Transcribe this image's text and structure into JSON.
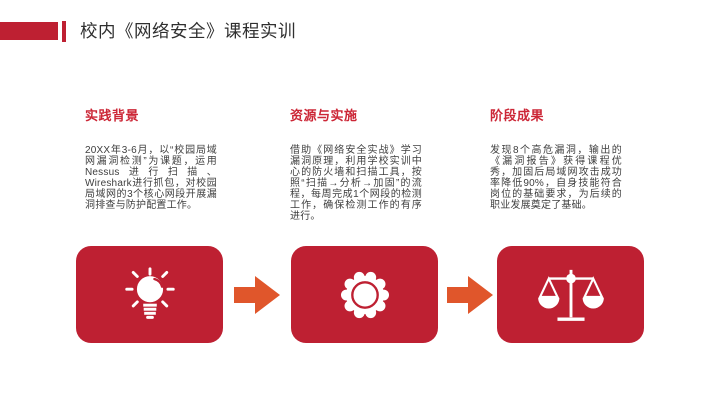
{
  "slide": {
    "title": "校内《网络安全》课程实训",
    "background": "#FFFFFF"
  },
  "colors": {
    "accent_red": "#BE2032",
    "heading_red": "#CC2636",
    "card_red": "#BE2032",
    "arrow_orange": "#E0562B",
    "title_text": "#2F2F2F",
    "body_text": "#3E3E3E",
    "icon_white": "#FFFFFF"
  },
  "columns": [
    {
      "heading": "实践背景",
      "body": "20XX年3-6月，以“校园局域网漏洞检测”为课题，运用Nessus进行扫描、Wireshark进行抓包，对校园局域网的3个核心网段开展漏洞排查与防护配置工作。"
    },
    {
      "heading": "资源与实施",
      "body": "借助《网络安全实战》学习漏洞原理，利用学校实训中心的防火墙和扫描工具，按照“扫描→分析→加固”的流程，每周完成1个网段的检测工作，确保检测工作的有序进行。"
    },
    {
      "heading": "阶段成果",
      "body": "发现8个高危漏洞，输出的《漏洞报告》获得课程优秀，加固后局域网攻击成功率降低90%，自身技能符合岗位的基础要求，为后续的职业发展奠定了基础。"
    }
  ],
  "process": {
    "steps": [
      {
        "icon": "lightbulb-icon"
      },
      {
        "icon": "badge-gear-icon"
      },
      {
        "icon": "balance-scale-icon"
      }
    ],
    "connector_icon": "arrow-right-icon"
  }
}
